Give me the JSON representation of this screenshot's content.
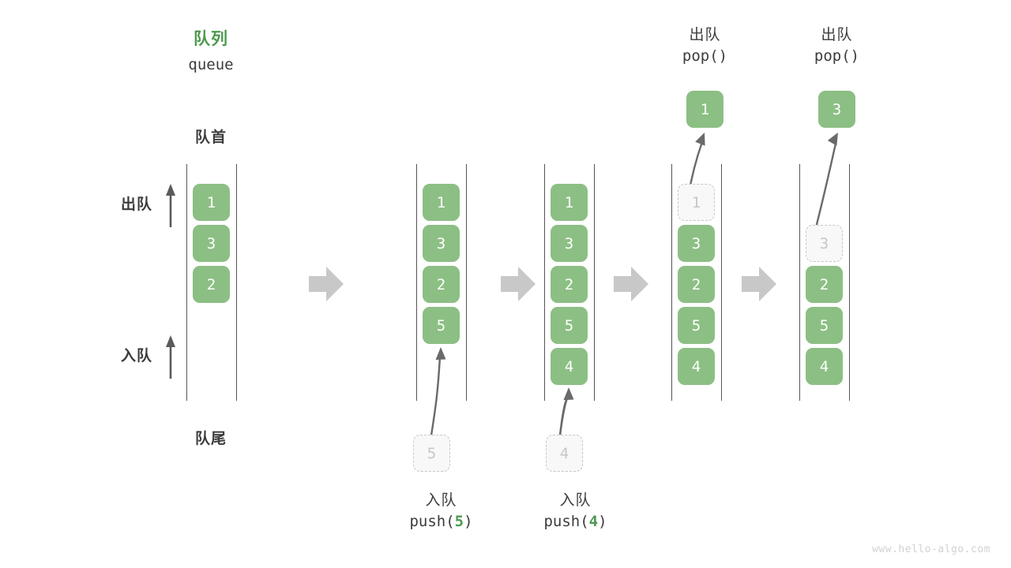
{
  "diagram": {
    "title_cn": "队列",
    "title_en": "queue",
    "head_label": "队首",
    "tail_label": "队尾",
    "dequeue_label": "出队",
    "enqueue_label": "入队",
    "watermark": "www.hello-algo.com",
    "accent_color": "#4e9a50",
    "cell_color": "#8cbf84",
    "ghost_color": "#c6c6c6",
    "arrow_color": "#c8c8c8"
  },
  "columns": [
    {
      "id": "initial",
      "cells": [
        {
          "value": "1",
          "state": "filled"
        },
        {
          "value": "3",
          "state": "filled"
        },
        {
          "value": "2",
          "state": "filled"
        }
      ]
    },
    {
      "id": "after-push-5",
      "cells": [
        {
          "value": "1",
          "state": "filled"
        },
        {
          "value": "3",
          "state": "filled"
        },
        {
          "value": "2",
          "state": "filled"
        },
        {
          "value": "5",
          "state": "filled"
        }
      ],
      "incoming": {
        "value": "5",
        "state": "ghost"
      },
      "caption": {
        "cn": "入队",
        "code_prefix": "push(",
        "code_value": "5",
        "code_suffix": ")"
      }
    },
    {
      "id": "after-push-4",
      "cells": [
        {
          "value": "1",
          "state": "filled"
        },
        {
          "value": "3",
          "state": "filled"
        },
        {
          "value": "2",
          "state": "filled"
        },
        {
          "value": "5",
          "state": "filled"
        },
        {
          "value": "4",
          "state": "filled"
        }
      ],
      "incoming": {
        "value": "4",
        "state": "ghost"
      },
      "caption": {
        "cn": "入队",
        "code_prefix": "push(",
        "code_value": "4",
        "code_suffix": ")"
      }
    },
    {
      "id": "after-pop-1",
      "cells": [
        {
          "value": "1",
          "state": "ghost"
        },
        {
          "value": "3",
          "state": "filled"
        },
        {
          "value": "2",
          "state": "filled"
        },
        {
          "value": "5",
          "state": "filled"
        },
        {
          "value": "4",
          "state": "filled"
        }
      ],
      "popped": {
        "value": "1",
        "state": "filled"
      },
      "caption": {
        "cn": "出队",
        "code_prefix": "pop(",
        "code_value": "",
        "code_suffix": ")"
      }
    },
    {
      "id": "after-pop-3",
      "cells": [
        {
          "value": "",
          "state": "empty"
        },
        {
          "value": "3",
          "state": "ghost"
        },
        {
          "value": "2",
          "state": "filled"
        },
        {
          "value": "5",
          "state": "filled"
        },
        {
          "value": "4",
          "state": "filled"
        }
      ],
      "popped": {
        "value": "3",
        "state": "filled"
      },
      "caption": {
        "cn": "出队",
        "code_prefix": "pop(",
        "code_value": "",
        "code_suffix": ")"
      }
    }
  ],
  "flow_arrows": 4
}
